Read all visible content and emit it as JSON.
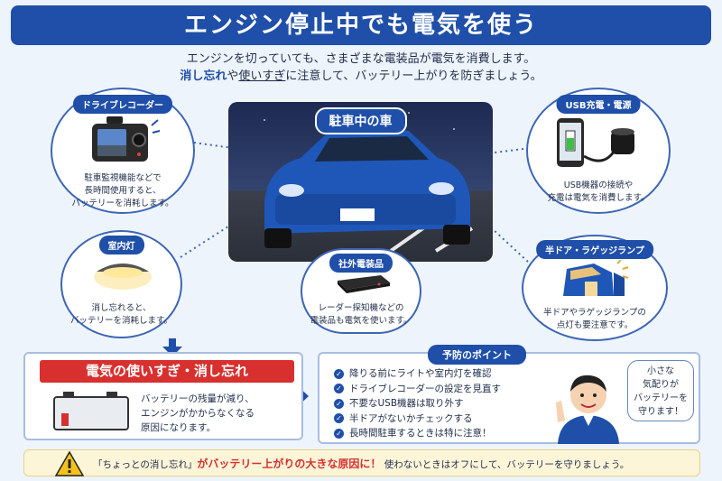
{
  "title": "エンジン停止中でも電気を使う",
  "intro": {
    "line1": "エンジンを切っていても、さまざまな電装品が電気を消費します。",
    "line2_accent": "消し忘れ",
    "line2_mid": "や",
    "line2_underline": "使いすぎ",
    "line2_rest": "に注意して、バッテリー上がりを防ぎましょう。"
  },
  "car": {
    "label": "駐車中の車"
  },
  "items": {
    "drive_recorder": {
      "tag": "ドライブレコーダー",
      "desc": [
        "駐車監視機能などで",
        "長時間使用すると、",
        "バッテリーを消耗します。"
      ]
    },
    "room_lamp": {
      "tag": "室内灯",
      "desc": [
        "消し忘れると、",
        "バッテリーを消耗します。"
      ]
    },
    "aftermarket": {
      "tag": "社外電装品",
      "desc": [
        "レーダー探知機などの",
        "電装品も電気を使います。"
      ]
    },
    "usb": {
      "tag": "USB充電・電源",
      "desc": [
        "USB機器の接続や",
        "充電は電気を消費します。"
      ]
    },
    "door_lamp": {
      "tag": "半ドア・ラゲッジランプ",
      "desc": [
        "半ドアやラゲッジランプの",
        "点灯も要注意です。"
      ]
    }
  },
  "warning": {
    "head": "電気の使いすぎ・消し忘れ",
    "text": [
      "バッテリーの残量が減り、",
      "エンジンがかからなくなる",
      "原因になります。"
    ]
  },
  "prevention": {
    "head": "予防のポイント",
    "points": [
      "降りる前にライトや室内灯を確認",
      "ドライブレコーダーの設定を見直す",
      "不要なUSB機器は取り外す",
      "半ドアがないかチェックする",
      "長時間駐車するときは特に注意！"
    ],
    "speech": [
      "小さな",
      "気配りが",
      "バッテリーを",
      "守ります！"
    ]
  },
  "footer": {
    "quote": "「ちょっとの消し忘れ」",
    "emphasis": "がバッテリー上がりの大きな原因に！",
    "tail": "使わないときはオフにして、バッテリーを守りましょう。"
  },
  "colors": {
    "primary": "#1f4fa8",
    "danger": "#d7302f",
    "background": "#eef4fb"
  }
}
